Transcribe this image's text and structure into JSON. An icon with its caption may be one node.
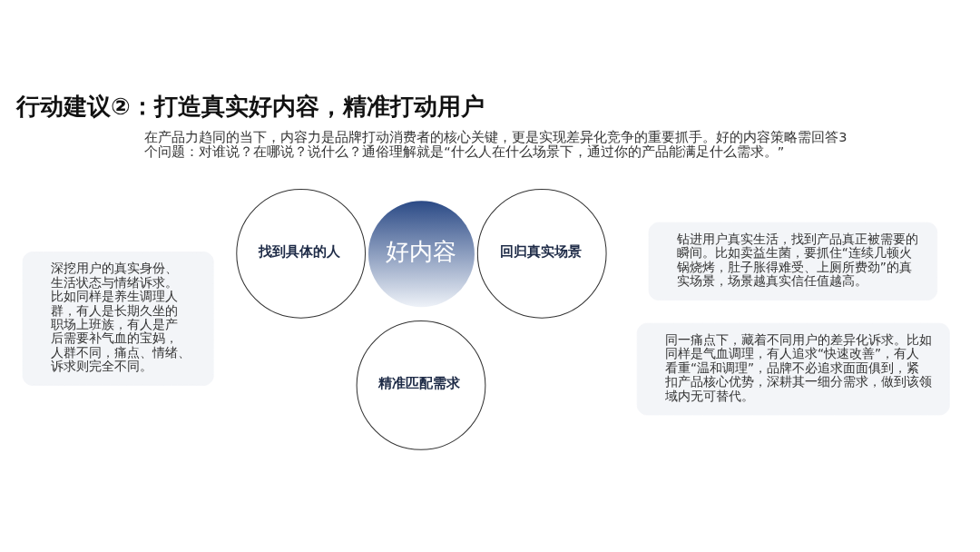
{
  "diagram": {
    "title": "行动建议②：打造真实好内容，精准打动用户",
    "nodes": [
      {
        "text": [
          "好内容"
        ]
      },
      {
        "text": [
          "找到具体的人"
        ]
      },
      {
        "text": [
          "回归真实场景"
        ]
      },
      {
        "text": [
          "精准匹配需求"
        ]
      },
      {
        "text": [
          "深挖用户的真实身份、生活状态与情绪诉求。比如同样是养生调理人群，有人是长期久坐的职场上班族，有人是产后需要补气血的宝妈，人群不同，痛点、情绪、诉求则完全不同。"
        ]
      },
      {
        "text": [
          "钻进用户真实生活，找到产品真正被需要的瞬间。比如卖益生菌，要抓住“连续几顿火锅烧烤，肚子胀得难受、上厕所费劲”的真实场景，场景越真实信任值越高。"
        ]
      },
      {
        "text": [
          "同一痛点下，藏着不同用户的差异化诉求。比如同样是气血调理，有人追求“快速改善”，有人看重“温和调理”，品牌不必追求面面俱到，紧扣产品核心优势，深耕其一细分需求，做到该领域内无可替代。"
        ]
      }
    ],
    "labels": [
      "在产品力趋同的当下，内容力是品牌打动消费者的核心关键，更是实现差异化竞争的重要抓手。好的内容策略需回答3个问题：对谁说？在哪说？说什么？通俗理解就是“什么人在什么场景下，通过你的产品能满足什么需求。”"
    ]
  }
}
